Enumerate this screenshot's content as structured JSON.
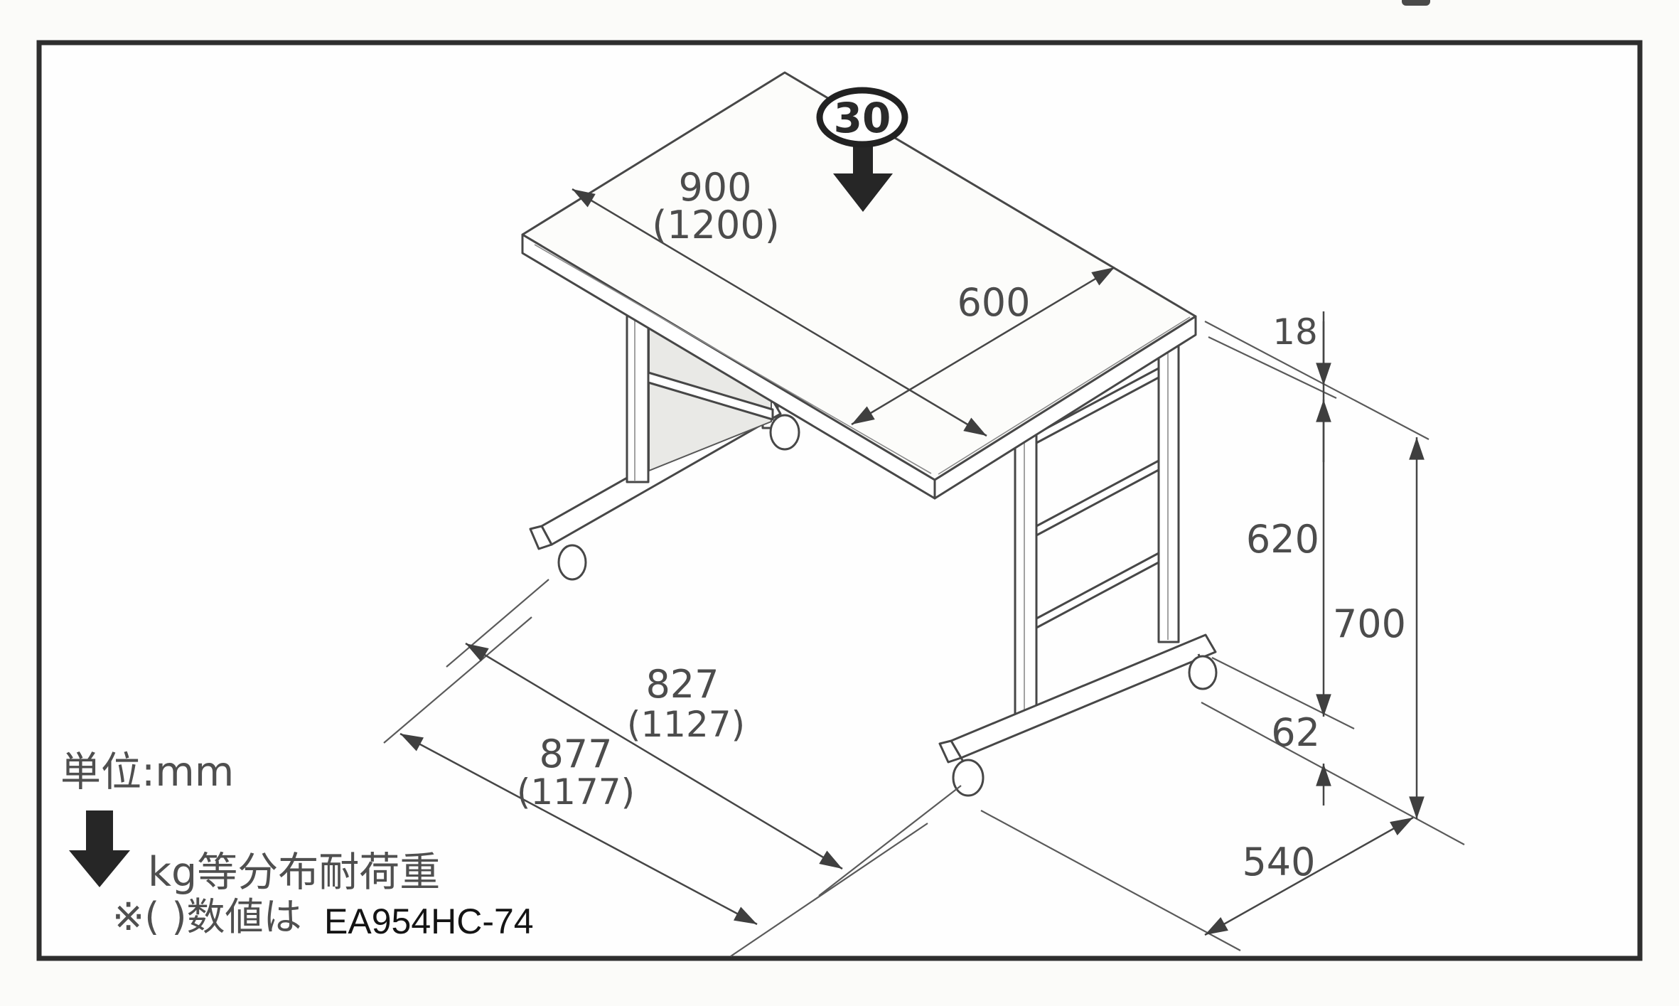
{
  "diagram": {
    "badge": {
      "load_value": "30"
    },
    "dimensions": {
      "top_width": "900",
      "top_width_paren": "(1200)",
      "top_depth": "600",
      "top_thickness": "18",
      "underside_height": "620",
      "overall_height": "700",
      "caster_height": "62",
      "base_depth": "540",
      "frame_length": "827",
      "frame_length_paren": "(1127)",
      "overall_length": "877",
      "overall_length_paren": "(1177)"
    },
    "legend": {
      "units": "単位:mm",
      "load_capacity": "kg等分布耐荷重",
      "paren_note": "※(  )数値は",
      "model_code": "EA954HC-74"
    }
  }
}
